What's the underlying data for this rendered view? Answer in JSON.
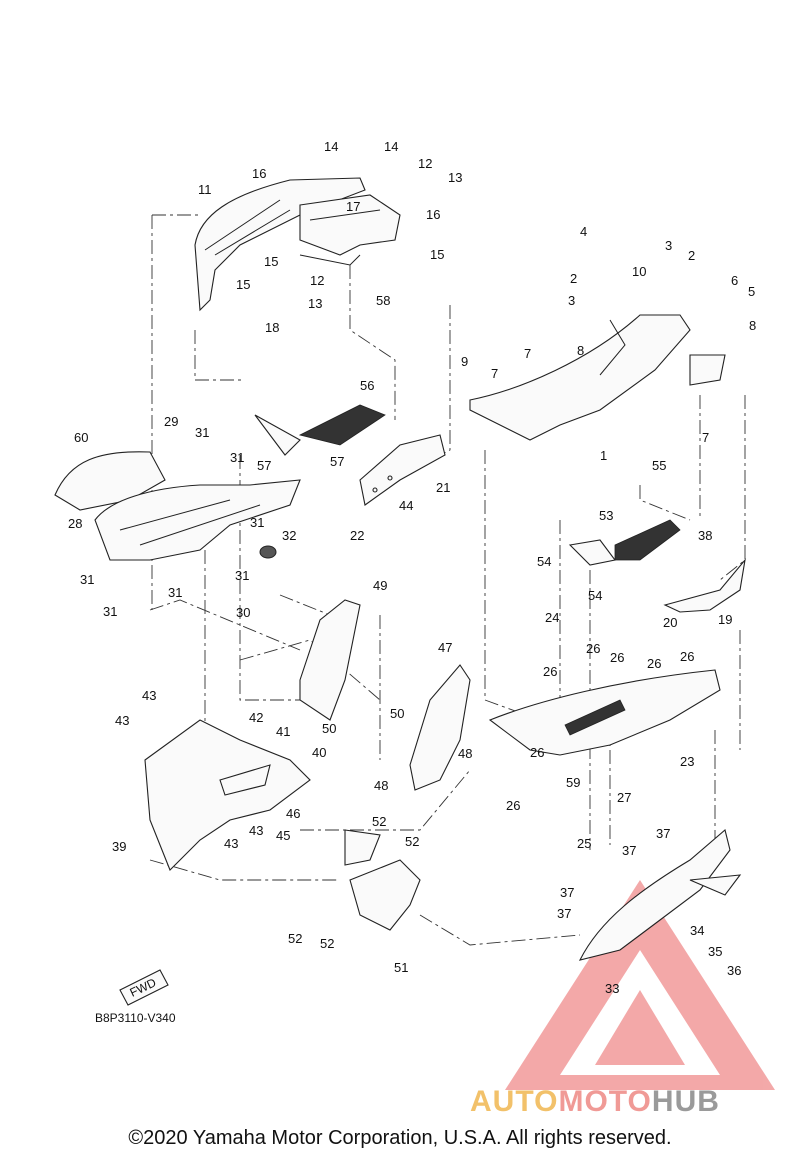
{
  "diagram": {
    "drawing_code": "B8P3110-V340",
    "direction_label": "FWD",
    "copyright": "©2020 Yamaha Motor Corporation, U.S.A. All rights reserved.",
    "watermark": {
      "part1": "AUTO",
      "part2": "MOTO",
      "part3": "HUB",
      "color_auto": "#f2c16a",
      "color_moto": "#f09a96",
      "color_hub": "#9a9a9a"
    },
    "callouts": [
      "1",
      "2",
      "3",
      "4",
      "5",
      "6",
      "7",
      "8",
      "9",
      "10",
      "11",
      "12",
      "13",
      "14",
      "15",
      "16",
      "17",
      "18",
      "19",
      "20",
      "21",
      "22",
      "23",
      "24",
      "25",
      "26",
      "27",
      "28",
      "29",
      "30",
      "31",
      "32",
      "33",
      "34",
      "35",
      "36",
      "37",
      "38",
      "39",
      "40",
      "41",
      "42",
      "43",
      "44",
      "45",
      "46",
      "47",
      "48",
      "49",
      "50",
      "51",
      "52",
      "53",
      "54",
      "55",
      "56",
      "57",
      "58",
      "59",
      "60"
    ]
  }
}
